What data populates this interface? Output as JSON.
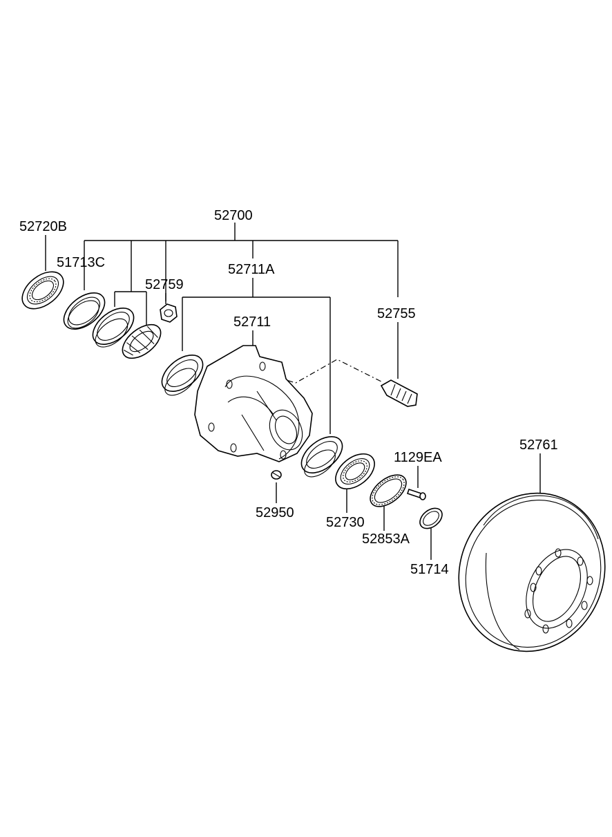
{
  "parts": {
    "p52700": "52700",
    "p52720B": "52720B",
    "p51713C": "51713C",
    "p52759": "52759",
    "p52711A": "52711A",
    "p52711": "52711",
    "p52755": "52755",
    "p52761": "52761",
    "p1129EA": "1129EA",
    "p52950": "52950",
    "p52730": "52730",
    "p52853A": "52853A",
    "p51714": "51714"
  }
}
